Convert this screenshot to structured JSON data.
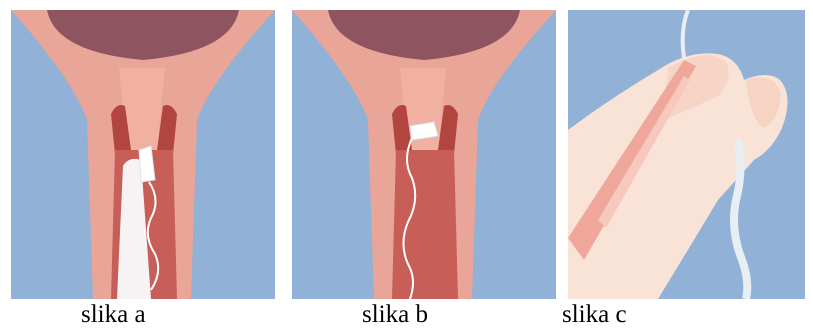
{
  "figures": [
    {
      "caption": "slika a"
    },
    {
      "caption": "slika b"
    },
    {
      "caption": "slika c"
    }
  ],
  "colors": {
    "background_blue": "#91b1d6",
    "tissue_pink": "#e8a598",
    "tissue_light": "#f4c2b4",
    "canal_dark": "#b2453f",
    "uterus_dark": "#8e5560",
    "tampon_white": "#ffffff",
    "skin_light": "#f8e3d6"
  }
}
